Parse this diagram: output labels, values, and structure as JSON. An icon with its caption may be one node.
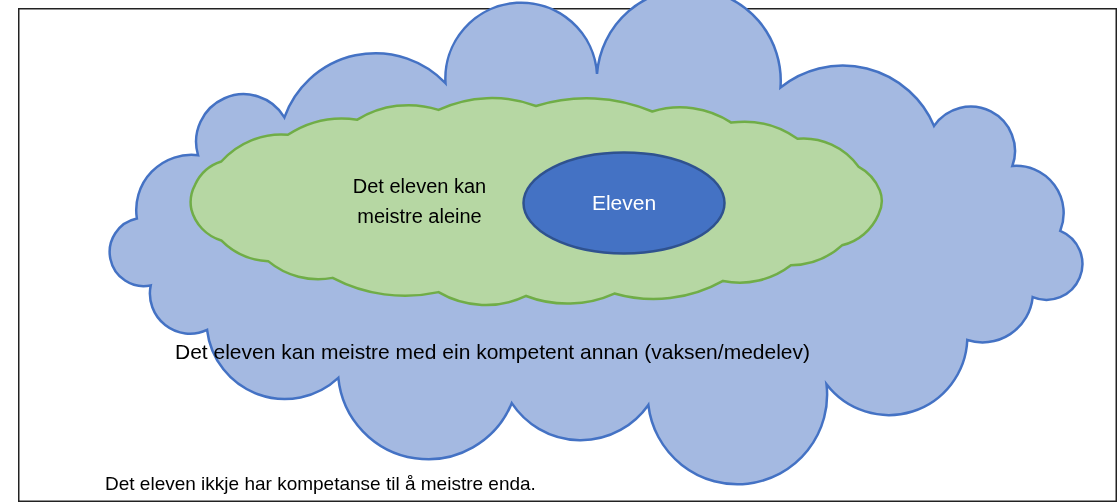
{
  "diagram": {
    "nodes": [
      {
        "text": [
          "Det eleven ikkje har kompetanse til å meistre enda."
        ]
      },
      {
        "text": [
          "Det eleven kan meistre med ein kompetent annan (vaksen/medelev)"
        ],
        "in": 0
      },
      {
        "text": [
          "Det eleven kan meistre aleine"
        ],
        "in": 1
      },
      {
        "text": [
          "Eleven"
        ],
        "in": 2
      }
    ]
  }
}
